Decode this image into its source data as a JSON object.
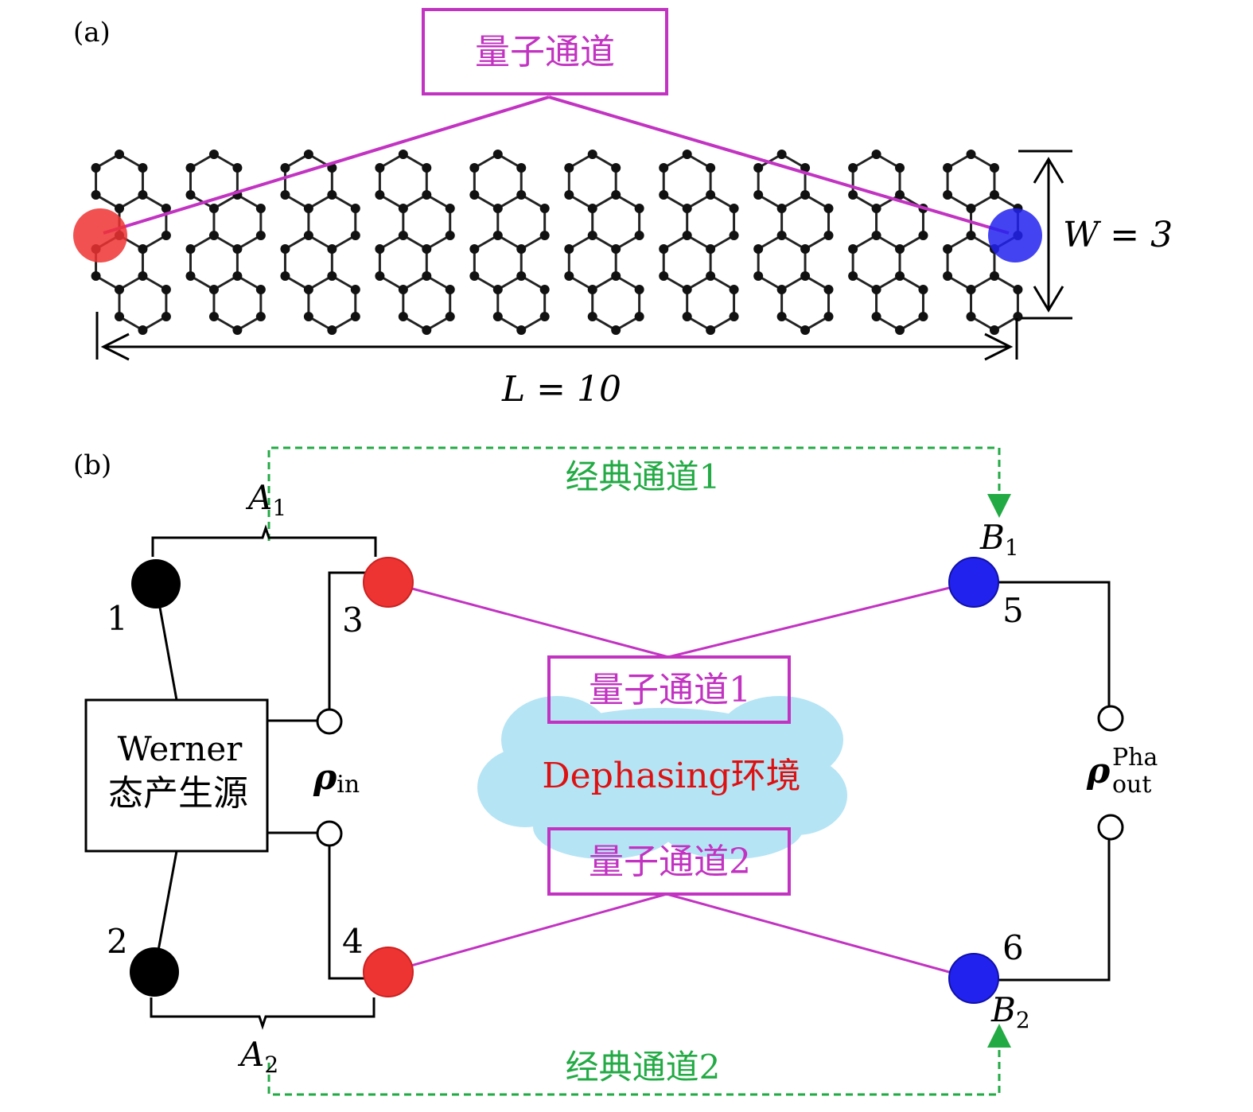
{
  "panel_a": {
    "label": "(a)",
    "channel_box": "量子通道",
    "width_label": "W = 3",
    "length_label": "L = 10",
    "colors": {
      "magenta": "#c233c2",
      "red": "#ee3333",
      "blue": "#2222ee",
      "lattice": "#111111"
    }
  },
  "panel_b": {
    "label": "(b)",
    "classical_channel_1": "经典通道1",
    "classical_channel_2": "经典通道2",
    "quantum_channel_1": "量子通道1",
    "quantum_channel_2": "量子通道2",
    "environment_prefix": "Dephasing",
    "environment_suffix": "环境",
    "source_line1": "Werner",
    "source_line2": "态产生源",
    "A1": {
      "main": "A",
      "sub": "1"
    },
    "A2": {
      "main": "A",
      "sub": "2"
    },
    "B1": {
      "main": "B",
      "sub": "1"
    },
    "B2": {
      "main": "B",
      "sub": "2"
    },
    "rho_in": {
      "main": "ρ",
      "sub": "in"
    },
    "rho_out": {
      "main": "ρ",
      "sup": "Pha",
      "sub": "out"
    },
    "node_labels": [
      "1",
      "2",
      "3",
      "4",
      "5",
      "6"
    ],
    "colors": {
      "green": "#22aa44",
      "magenta": "#c233c2",
      "red": "#ee3333",
      "blue": "#2222ee",
      "cloud": "#b5e4f5",
      "env_text": "#dd1111"
    }
  }
}
